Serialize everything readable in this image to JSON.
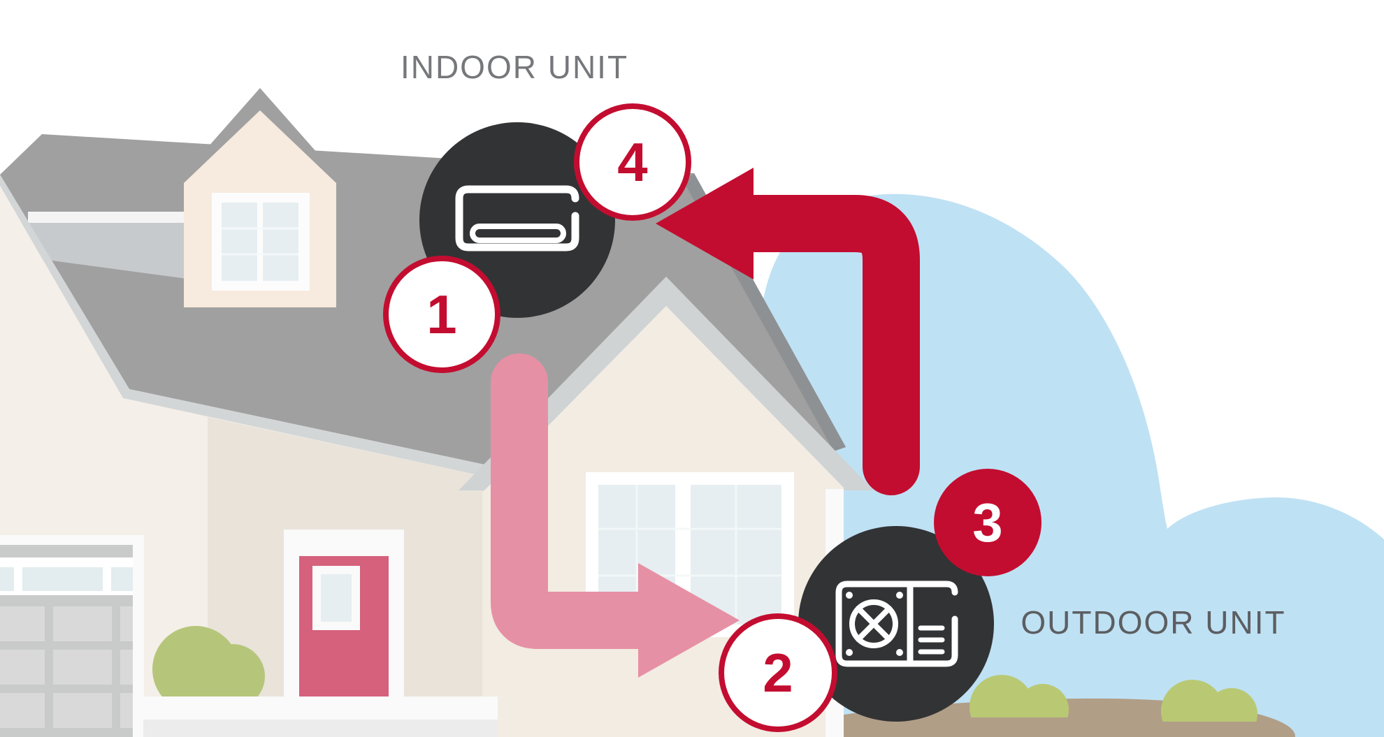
{
  "diagram": {
    "indoor_label": "INDOOR UNIT",
    "outdoor_label": "OUTDOOR UNIT",
    "steps": [
      {
        "number": "1"
      },
      {
        "number": "2"
      },
      {
        "number": "3"
      },
      {
        "number": "4"
      }
    ],
    "indoor_unit_icon": "mini-split-indoor-air-handler",
    "outdoor_unit_icon": "outdoor-condenser-fan-unit"
  },
  "colors": {
    "accent_red": "#c30d30",
    "pink": "#e690a5",
    "circle_dark": "#323335",
    "sky_blue": "#bfe1f4",
    "ground_brown": "#b19e87",
    "bush_green": "#b9c973",
    "tree_green": "#b5c67a",
    "roof_gray": "#a0a0a0",
    "door_red": "#d5617c",
    "indoor_label_gray": "#76777a",
    "outdoor_label_gray": "#5c5e61",
    "white": "#ffffff"
  }
}
